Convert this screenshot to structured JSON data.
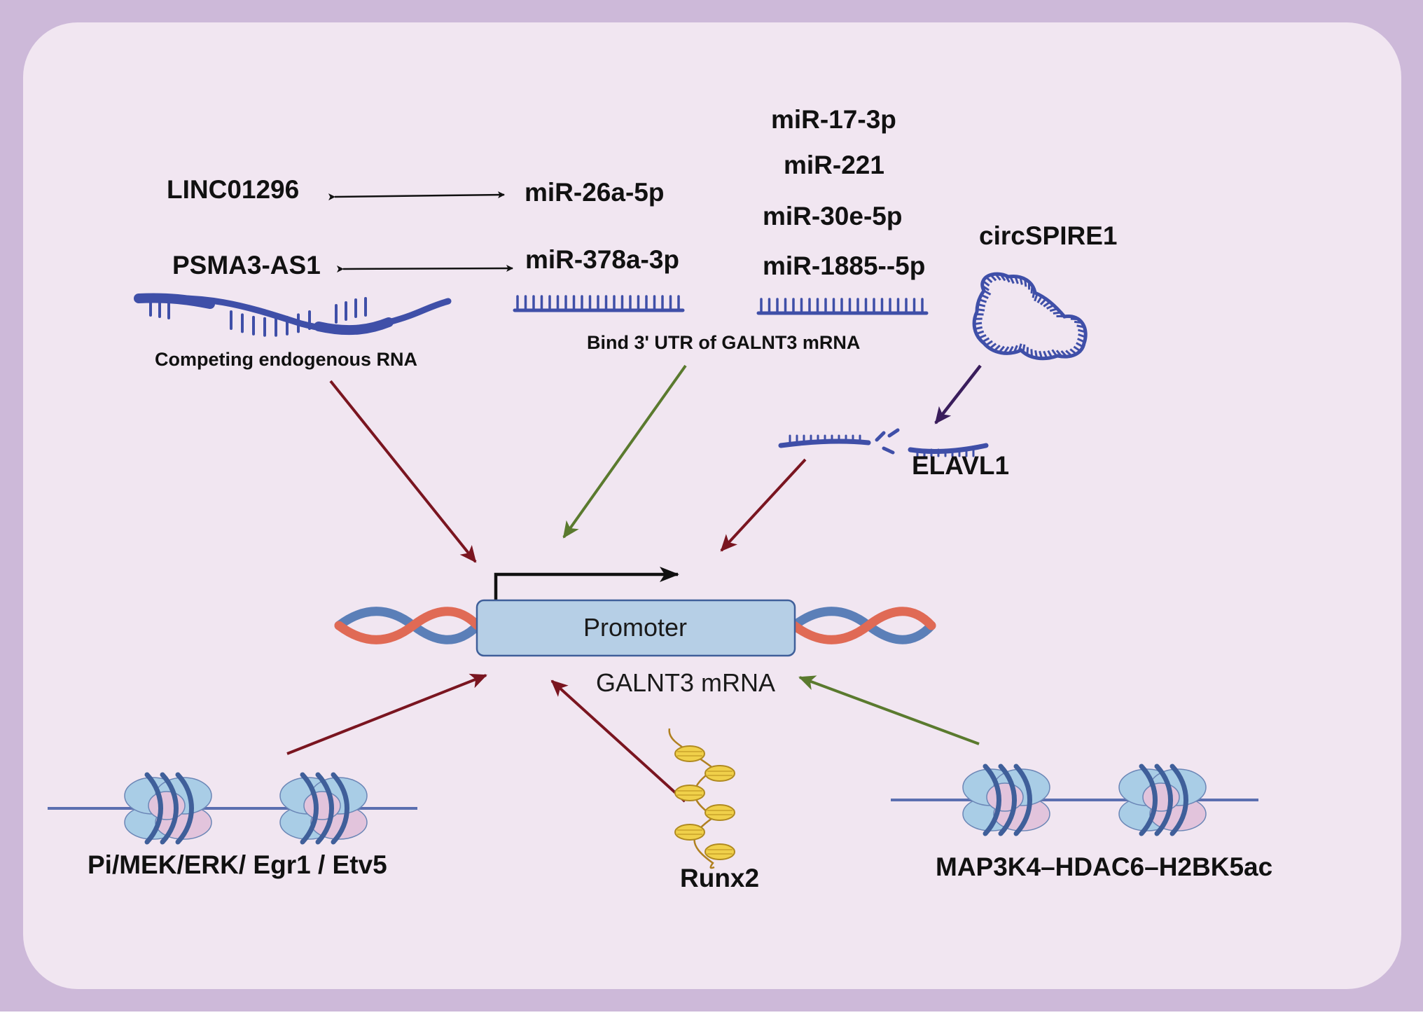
{
  "colors": {
    "outer_frame": "#cdb9d9",
    "panel": "#f1e6f1",
    "rna_blue": "#3f4fa8",
    "arrow_dark_red": "#7a1520",
    "arrow_green": "#5a7a2e",
    "arrow_purple": "#3a1d5c",
    "dna_orange": "#e06a55",
    "dna_blue": "#5b7fb8",
    "promoter_fill": "#b6cfe6",
    "histone_blue": "#a9cde6",
    "histone_pink": "#e2c4dc",
    "runx2_yellow": "#f0d04a"
  },
  "labels": {
    "linc01296": "LINC01296",
    "psma3_as1": "PSMA3-AS1",
    "mir_26a_5p": "miR-26a-5p",
    "mir_378a_3p": "miR-378a-3p",
    "mir_17_3p": "miR-17-3p",
    "mir_221": "miR-221",
    "mir_30e_5p": "miR-30e-5p",
    "mir_1885_5p": "miR-1885--5p",
    "circspire1": "circSPIRE1",
    "competing_endogenous_rna": "Competing endogenous RNA",
    "bind_3utr": "Bind 3' UTR of GALNT3 mRNA",
    "elavl1": "ELAVL1",
    "promoter": "Promoter",
    "galnt3_mrna": "GALNT3 mRNA",
    "pi_mek_erk": "Pi/MEK/ERK/ Egr1 / Etv5",
    "runx2": "Runx2",
    "map3k4": "MAP3K4–HDAC6–H2BK5ac"
  }
}
